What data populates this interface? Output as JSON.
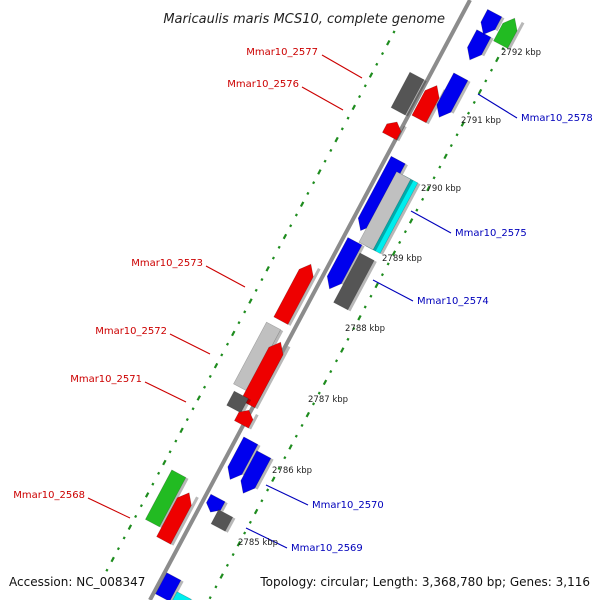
{
  "title": "Maricaulis maris MCS10, complete genome",
  "footer": {
    "accession": "Accession: NC_008347",
    "topology": "Topology: circular; Length: 3,368,780 bp; Genes: 3,116"
  },
  "colors": {
    "backbone": "#8c8c8c",
    "ticks": "#1e8c1e",
    "reverse_label": "#cc0000",
    "forward_label": "#0000bb",
    "blue": "#0000ee",
    "red": "#ee0000",
    "green": "#22bb22",
    "gray": "#555555",
    "lightgray": "#c0c0c0",
    "cyan": "#00eeee"
  },
  "scale_labels": [
    "2785 kbp",
    "2786 kbp",
    "2787 kbp",
    "2788 kbp",
    "2789 kbp",
    "2790 kbp",
    "2791 kbp",
    "2792 kbp"
  ],
  "genes_reverse": [
    {
      "label": "Mmar10_2577"
    },
    {
      "label": "Mmar10_2576"
    },
    {
      "label": "Mmar10_2573"
    },
    {
      "label": "Mmar10_2572"
    },
    {
      "label": "Mmar10_2571"
    },
    {
      "label": "Mmar10_2568"
    }
  ],
  "genes_forward": [
    {
      "label": "Mmar10_2578"
    },
    {
      "label": "Mmar10_2575"
    },
    {
      "label": "Mmar10_2574"
    },
    {
      "label": "Mmar10_2570"
    },
    {
      "label": "Mmar10_2569"
    }
  ]
}
